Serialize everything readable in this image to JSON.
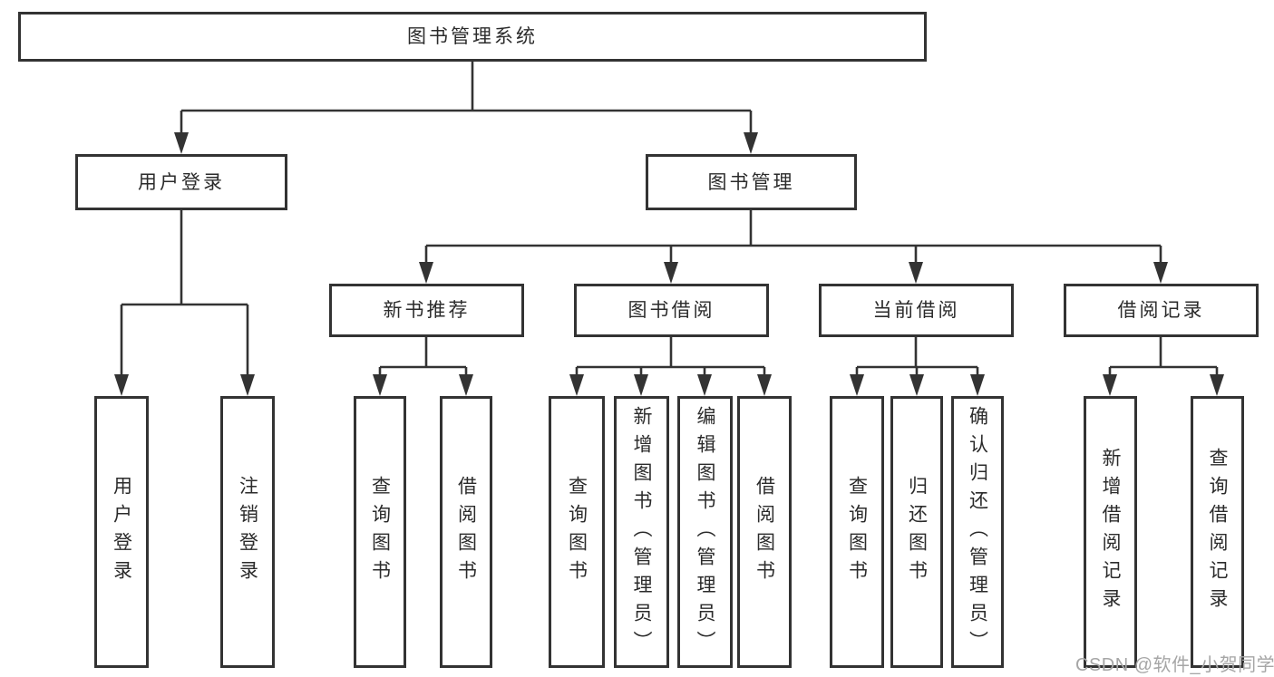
{
  "diagram": {
    "root": {
      "label": "图书管理系统"
    },
    "level2": [
      {
        "id": "user-login",
        "label": "用户登录"
      },
      {
        "id": "book-management",
        "label": "图书管理"
      }
    ],
    "level3": [
      {
        "id": "new-book-recommend",
        "label": "新书推荐"
      },
      {
        "id": "book-borrow",
        "label": "图书借阅"
      },
      {
        "id": "current-borrow",
        "label": "当前借阅"
      },
      {
        "id": "borrow-records",
        "label": "借阅记录"
      }
    ],
    "leaves": {
      "user_login": [
        "用户登录",
        "注销登录"
      ],
      "new_book_recommend": [
        "查询图书",
        "借阅图书"
      ],
      "book_borrow": [
        "查询图书",
        "新增图书（管理员）",
        "编辑图书（管理员）",
        "借阅图书"
      ],
      "current_borrow": [
        "查询图书",
        "归还图书",
        "确认归还（管理员）"
      ],
      "borrow_records": [
        "新增借阅记录",
        "查询借阅记录"
      ]
    }
  },
  "watermark": {
    "text": "CSDN @软件_小贺同学"
  },
  "colors": {
    "line": "#333333",
    "box_border": "#333333",
    "box_fill": "#ffffff",
    "text": "#2b2b2b",
    "background": "#ffffff",
    "watermark": "#a6a6a6"
  }
}
